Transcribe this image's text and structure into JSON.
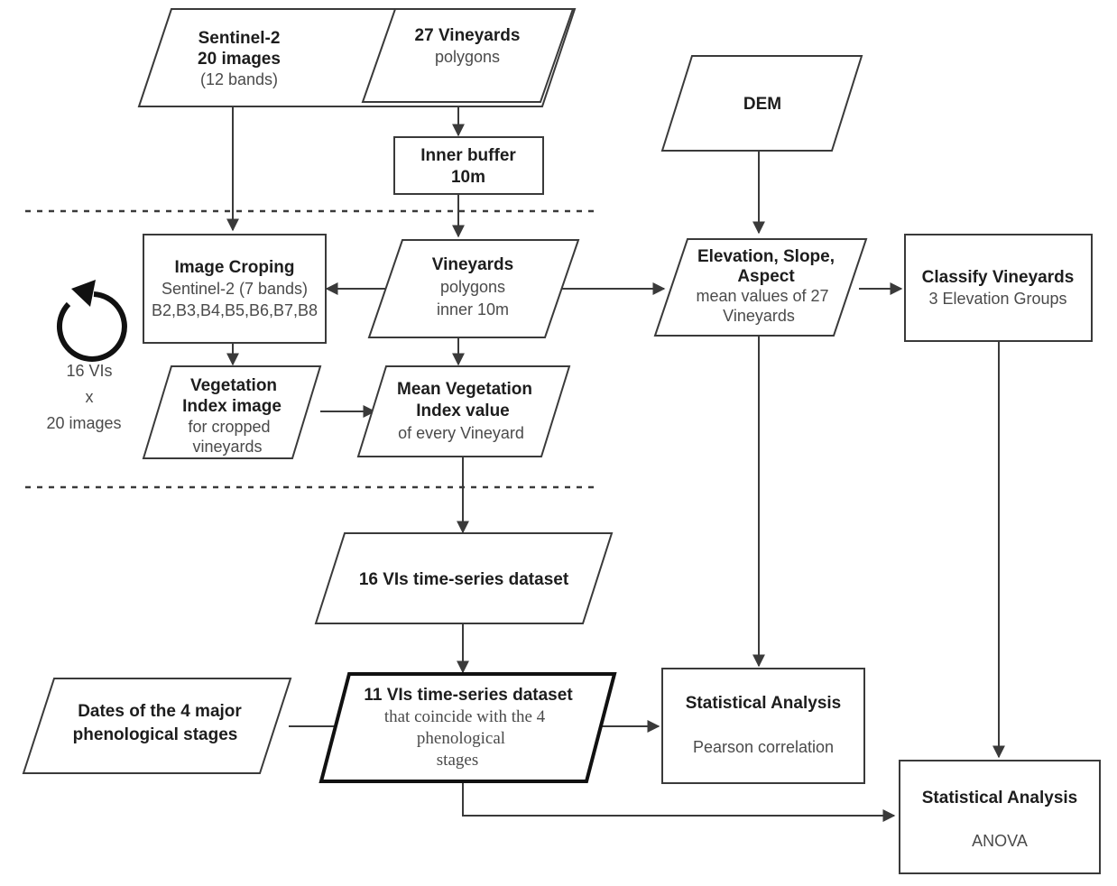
{
  "diagram": {
    "title": "Vineyard Sentinel-2 vegetation index processing workflow",
    "colors": {
      "background": "#ffffff",
      "stroke": "#3a3a3a",
      "stroke_emphasis": "#111111",
      "text_primary": "#1d1d1d",
      "text_secondary": "#4a4a4a"
    },
    "nodes": {
      "sentinel2": {
        "shape": "parallelogram",
        "line1": "Sentinel-2",
        "line2": "20 images",
        "line3": "(12 bands)"
      },
      "vineyards27": {
        "shape": "parallelogram",
        "line1": "27 Vineyards",
        "line2": "polygons"
      },
      "inner_buffer": {
        "shape": "rectangle",
        "line1": "Inner buffer",
        "line2": "10m"
      },
      "dem": {
        "shape": "parallelogram",
        "line1": "DEM"
      },
      "image_croping": {
        "shape": "rectangle",
        "line1": "Image Croping",
        "line2": "Sentinel-2 (7 bands)",
        "line3": "B2,B3,B4,B5,B6,B7,B8"
      },
      "vineyards_inner": {
        "shape": "parallelogram",
        "line1": "Vineyards",
        "line2": "polygons",
        "line3": "inner 10m"
      },
      "elevation": {
        "shape": "parallelogram",
        "line1": "Elevation, Slope,",
        "line2": "Aspect",
        "line3": "mean values of 27",
        "line4": "Vineyards"
      },
      "classify": {
        "shape": "rectangle",
        "line1": "Classify Vineyards",
        "line2": "3 Elevation Groups"
      },
      "vi_image": {
        "shape": "parallelogram",
        "line1": "Vegetation",
        "line2": "Index image",
        "line3": "for cropped",
        "line4": "vineyards"
      },
      "mean_vi": {
        "shape": "parallelogram",
        "line1": "Mean Vegetation",
        "line2": "Index value",
        "line3": "of every Vineyard"
      },
      "vi16": {
        "shape": "parallelogram",
        "line1": "16 VIs time-series dataset"
      },
      "dates": {
        "shape": "parallelogram",
        "line1": "Dates of the 4 major",
        "line2": "phenological stages"
      },
      "vi11": {
        "shape": "parallelogram",
        "emphasis": true,
        "line1": "11 VIs time-series dataset",
        "line2": "that coincide with the 4",
        "line3": "phenological",
        "line4": "stages"
      },
      "stats_pearson": {
        "shape": "rectangle",
        "line1": "Statistical Analysis",
        "line2": "Pearson correlation"
      },
      "stats_anova": {
        "shape": "rectangle",
        "line1": "Statistical Analysis",
        "line2": "ANOVA"
      }
    },
    "loop_annotation": {
      "icon": "refresh-loop-icon",
      "line1": "16 VIs",
      "line2": "x",
      "line3": "20 images"
    }
  }
}
